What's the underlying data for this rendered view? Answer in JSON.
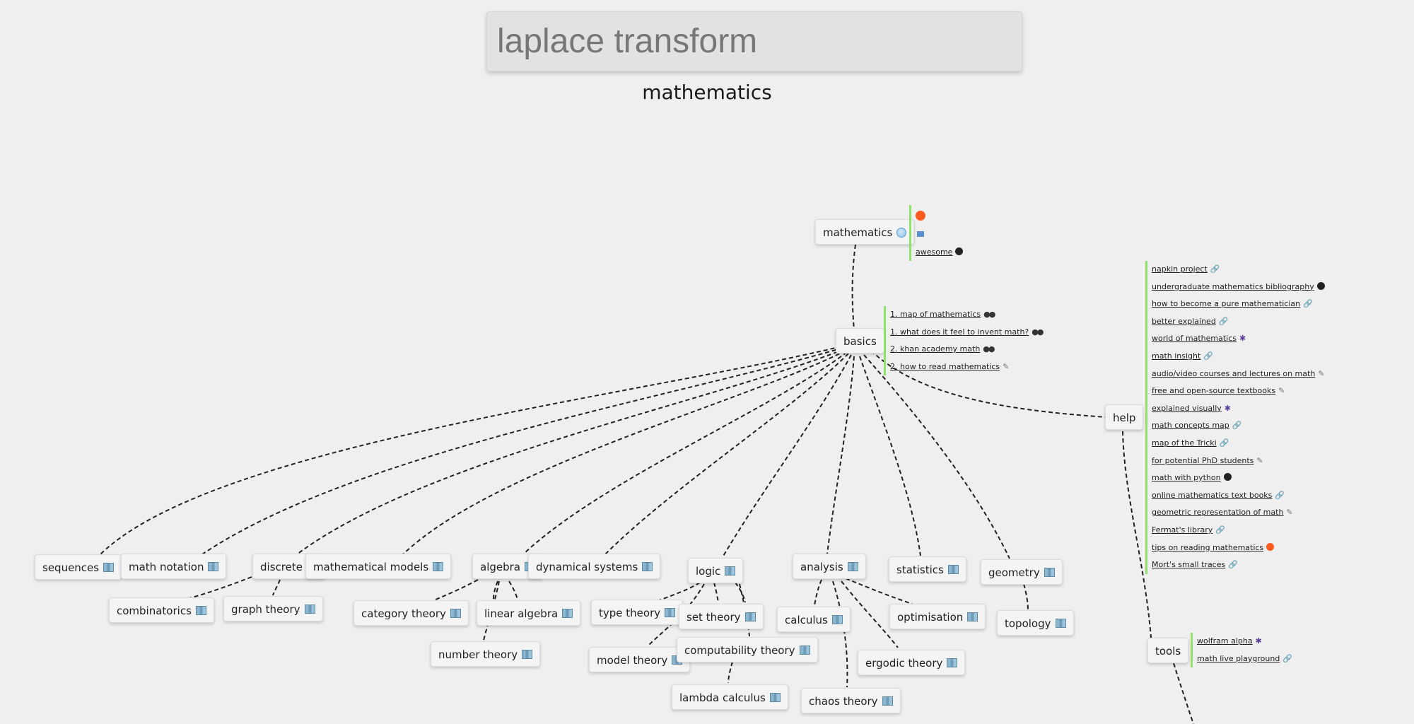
{
  "search": {
    "value": "laplace transform"
  },
  "page_title": "mathematics",
  "nodes": {
    "mathematics": "mathematics",
    "basics": "basics",
    "help": "help",
    "tools": "tools",
    "sequences": "sequences",
    "math_notation": "math notation",
    "discrete": "discrete",
    "mathematical_models": "mathematical models",
    "algebra": "algebra",
    "dynamical_systems": "dynamical systems",
    "logic": "logic",
    "analysis": "analysis",
    "statistics": "statistics",
    "geometry": "geometry",
    "combinatorics": "combinatorics",
    "graph_theory": "graph theory",
    "category_theory": "category theory",
    "linear_algebra": "linear algebra",
    "number_theory": "number theory",
    "type_theory": "type theory",
    "set_theory": "set theory",
    "model_theory": "model theory",
    "computability_theory": "computability theory",
    "lambda_calculus": "lambda calculus",
    "calculus": "calculus",
    "optimisation": "optimisation",
    "ergodic_theory": "ergodic theory",
    "chaos_theory": "chaos theory",
    "topology": "topology"
  },
  "mathematics_links": [
    {
      "label": "",
      "icon": "reddit-icon"
    },
    {
      "label": "",
      "icon": "book-icon"
    },
    {
      "label": "awesome",
      "icon": "github-icon"
    }
  ],
  "basics_links": [
    {
      "label": "1. map of mathematics",
      "icon": "eyes-icon"
    },
    {
      "label": "1. what does it feel to invent math?",
      "icon": "eyes-icon"
    },
    {
      "label": "2. khan academy math",
      "icon": "eyes-icon"
    },
    {
      "label": "2. how to read mathematics",
      "icon": "pen-icon"
    }
  ],
  "help_links": [
    {
      "label": "napkin project",
      "icon": "link-icon"
    },
    {
      "label": "undergraduate mathematics bibliography",
      "icon": "github-icon"
    },
    {
      "label": "how to become a pure mathematician",
      "icon": "link-icon"
    },
    {
      "label": "better explained",
      "icon": "link-icon"
    },
    {
      "label": "world of mathematics",
      "icon": "wolfram-icon"
    },
    {
      "label": "math insight",
      "icon": "link-icon"
    },
    {
      "label": "audio/video courses and lectures on math",
      "icon": "pen-icon"
    },
    {
      "label": "free and open-source textbooks",
      "icon": "pen-icon"
    },
    {
      "label": "explained visually",
      "icon": "wolfram-icon"
    },
    {
      "label": "math concepts map",
      "icon": "link-icon"
    },
    {
      "label": "map of the Tricki",
      "icon": "link-icon"
    },
    {
      "label": "for potential PhD students",
      "icon": "pen-icon"
    },
    {
      "label": "math with python",
      "icon": "github-icon"
    },
    {
      "label": "online mathematics text books",
      "icon": "link-icon"
    },
    {
      "label": "geometric representation of math",
      "icon": "pen-icon"
    },
    {
      "label": "Fermat's library",
      "icon": "link-icon"
    },
    {
      "label": "tips on reading mathematics",
      "icon": "reddit-icon"
    },
    {
      "label": "Mort's small traces",
      "icon": "link-icon"
    }
  ],
  "tools_links": [
    {
      "label": "wolfram alpha",
      "icon": "wolfram-icon"
    },
    {
      "label": "math live playground",
      "icon": "link-icon"
    }
  ],
  "colors": {
    "background": "#efefef",
    "link_bar": "#8de26a",
    "node_bg": "#f4f4f4"
  }
}
